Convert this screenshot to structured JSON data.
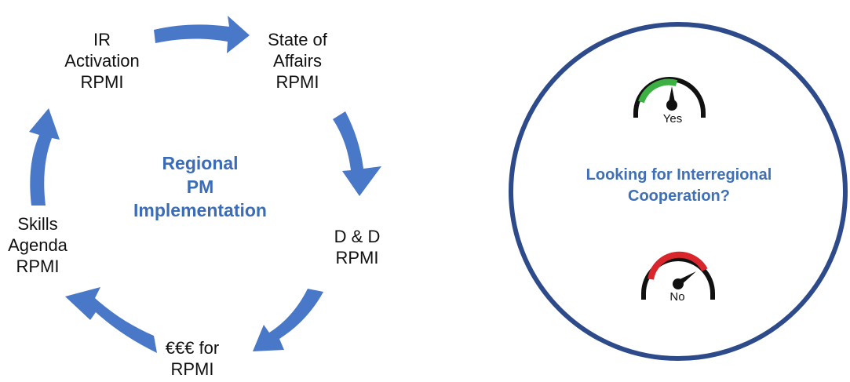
{
  "cycle": {
    "center_title": [
      "Regional",
      "PM",
      "Implementation"
    ],
    "nodes": [
      {
        "lines": [
          "IR",
          "Activation",
          "RPMI"
        ]
      },
      {
        "lines": [
          "State of",
          "Affairs",
          "RPMI"
        ]
      },
      {
        "lines": [
          "D & D",
          "RPMI"
        ]
      },
      {
        "lines": [
          "€€€ for",
          "RPMI"
        ]
      },
      {
        "lines": [
          "Skills",
          "Agenda",
          "RPMI"
        ]
      }
    ],
    "arrow_color": "#4a78c8"
  },
  "panel": {
    "question": [
      "Looking for Interregional",
      "Cooperation?"
    ],
    "circle_color": "#2d4a8a",
    "gauges": [
      {
        "label": "Yes",
        "level": 0.55,
        "arc_color": "#3cb043",
        "icon": "speedometer-icon"
      },
      {
        "label": "No",
        "level": 0.85,
        "arc_color": "#d9262c",
        "icon": "speedometer-icon"
      }
    ]
  }
}
